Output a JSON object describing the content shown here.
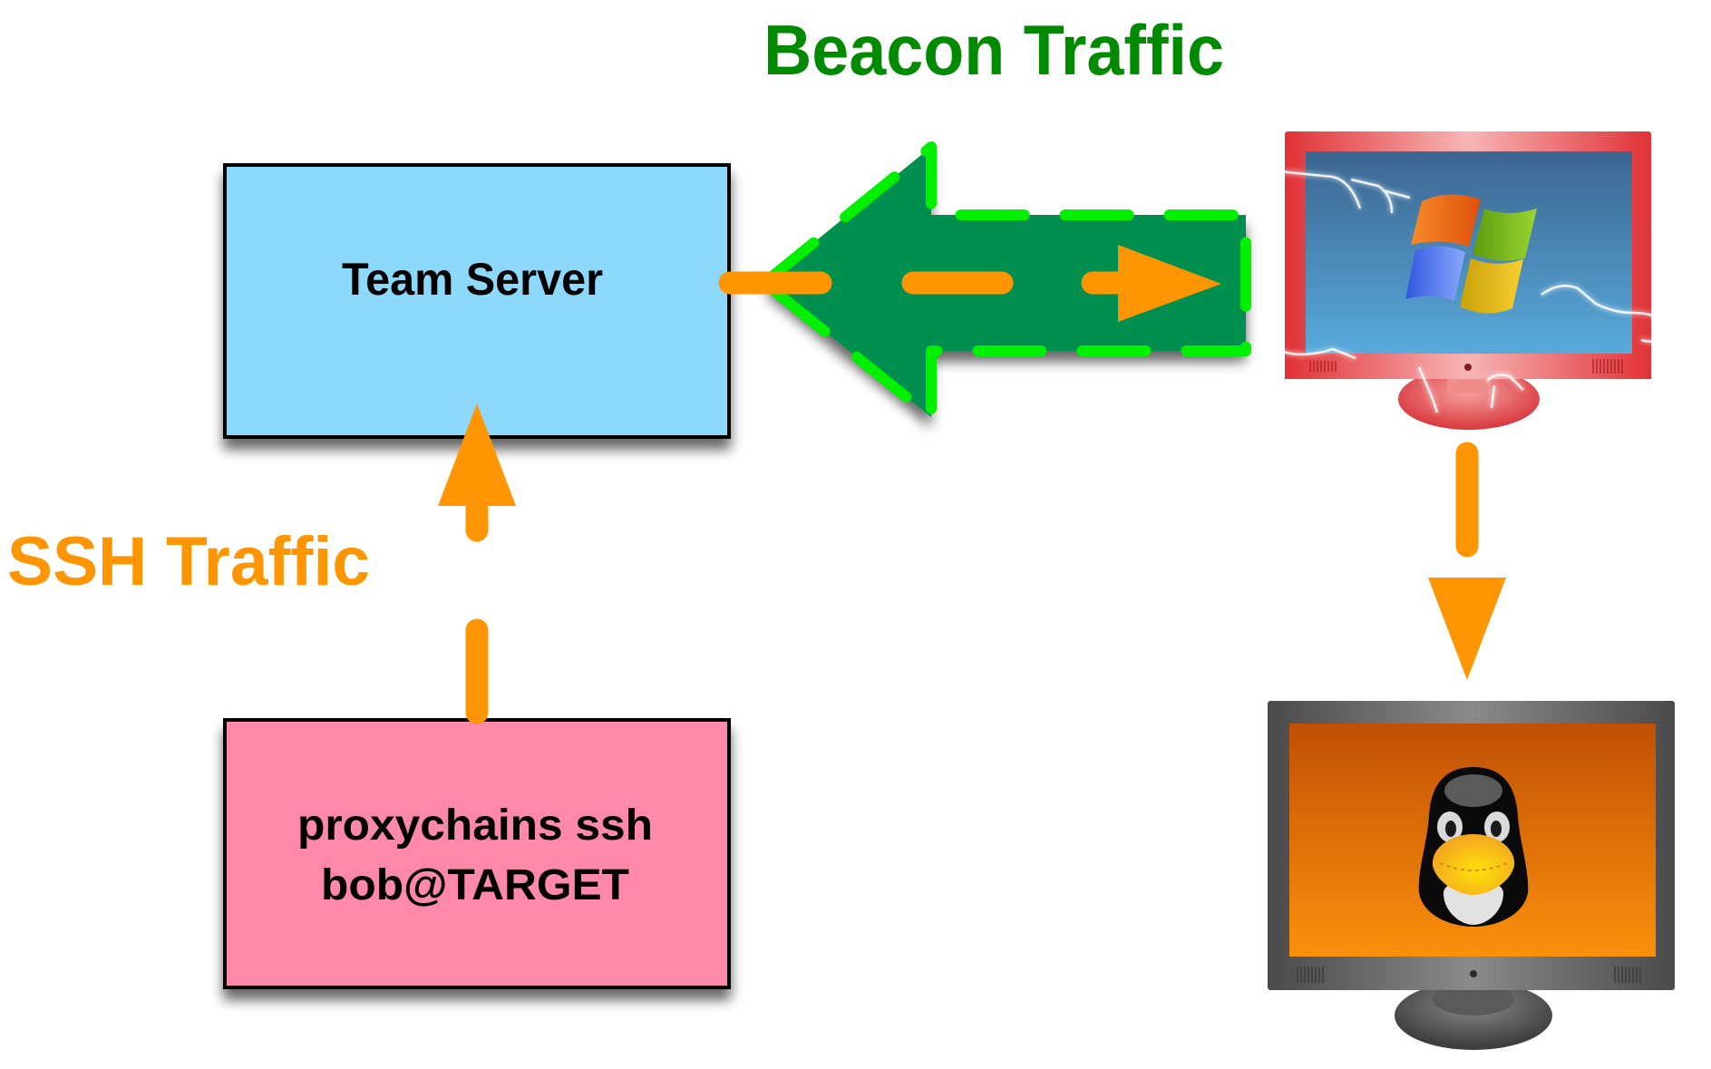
{
  "diagram": {
    "title_beacon": "Beacon Traffic",
    "title_ssh": "SSH Traffic",
    "nodes": {
      "team_server": {
        "label": "Team Server",
        "fill": "#8CD9FC"
      },
      "operator": {
        "lines": [
          "proxychains ssh",
          "bob@TARGET"
        ],
        "fill": "#FF89AA"
      },
      "windows_host": {
        "icon": "windows-monitor-icon",
        "frame_color": "#E03236",
        "screen_color": "#4A8BBE"
      },
      "linux_host": {
        "icon": "linux-monitor-icon",
        "frame_color": "#555555",
        "screen_color": "#E07A0A"
      }
    },
    "edges": [
      {
        "from": "operator",
        "to": "team_server",
        "style": "dashed-arrow",
        "label": "SSH Traffic"
      },
      {
        "from": "team_server",
        "to": "windows_host",
        "style": "dashed-arrow"
      },
      {
        "from": "windows_host",
        "to": "team_server",
        "style": "block-arrow",
        "label": "Beacon Traffic"
      },
      {
        "from": "windows_host",
        "to": "linux_host",
        "style": "dashed-arrow"
      }
    ]
  },
  "colors": {
    "beacon_label": "#008A00",
    "ssh_label": "#FF9500",
    "orange_arrow": "#FF9500",
    "beacon_arrow_fill": "#008F50",
    "beacon_arrow_stroke": "#00F000",
    "box_border": "#000000"
  }
}
